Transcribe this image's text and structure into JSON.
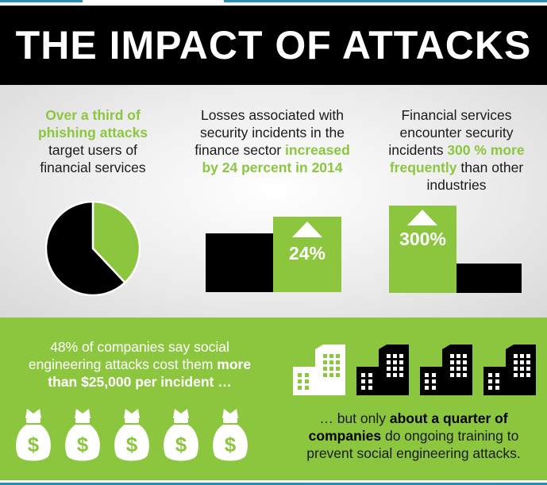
{
  "header": {
    "title": "THE IMPACT OF ATTACKS"
  },
  "stats": [
    {
      "line1": "Over a third of",
      "line2": "phishing attacks",
      "rest1": "target users of",
      "rest2": "financial services"
    },
    {
      "text1": "Losses associated with",
      "text2": "security incidents in the",
      "text3": "finance sector ",
      "hl1": "increased",
      "hl2": "by 24 percent in 2014",
      "value": "24%"
    },
    {
      "text1": "Financial services",
      "text2": "encounter security",
      "text3": "incidents ",
      "hl1": "300 % more",
      "hl2": "frequently",
      "text4": " than other",
      "text5": "industries",
      "value": "300%"
    }
  ],
  "chart_data": [
    {
      "type": "pie",
      "values": [
        0.38,
        0.62
      ],
      "colors": [
        "#8cc63f",
        "#000000"
      ]
    },
    {
      "type": "bar",
      "values": [
        1.0,
        1.24
      ],
      "colors": [
        "#000000",
        "#8cc63f"
      ]
    },
    {
      "type": "bar",
      "values": [
        3.0,
        1.0
      ],
      "colors": [
        "#8cc63f",
        "#000000"
      ]
    }
  ],
  "bottom": {
    "left1": "48% of companies say social",
    "left2": "engineering attacks cost them ",
    "left2b": "more",
    "left3b": "than $25,000 per incident …",
    "right1": "… but only ",
    "right1b": "about a quarter of",
    "right2b": "companies",
    "right2": " do ongoing training to",
    "right3": "prevent social engineering attacks.",
    "bag_symbol": "$",
    "bag_count": 5,
    "icons": {
      "bag": "money-bag-icon",
      "building": "building-icon"
    },
    "buildings": {
      "total": 4,
      "highlighted": 1
    }
  },
  "colors": {
    "accent": "#8cc63f",
    "dark": "#000000",
    "strip": "#2a8fb5"
  }
}
